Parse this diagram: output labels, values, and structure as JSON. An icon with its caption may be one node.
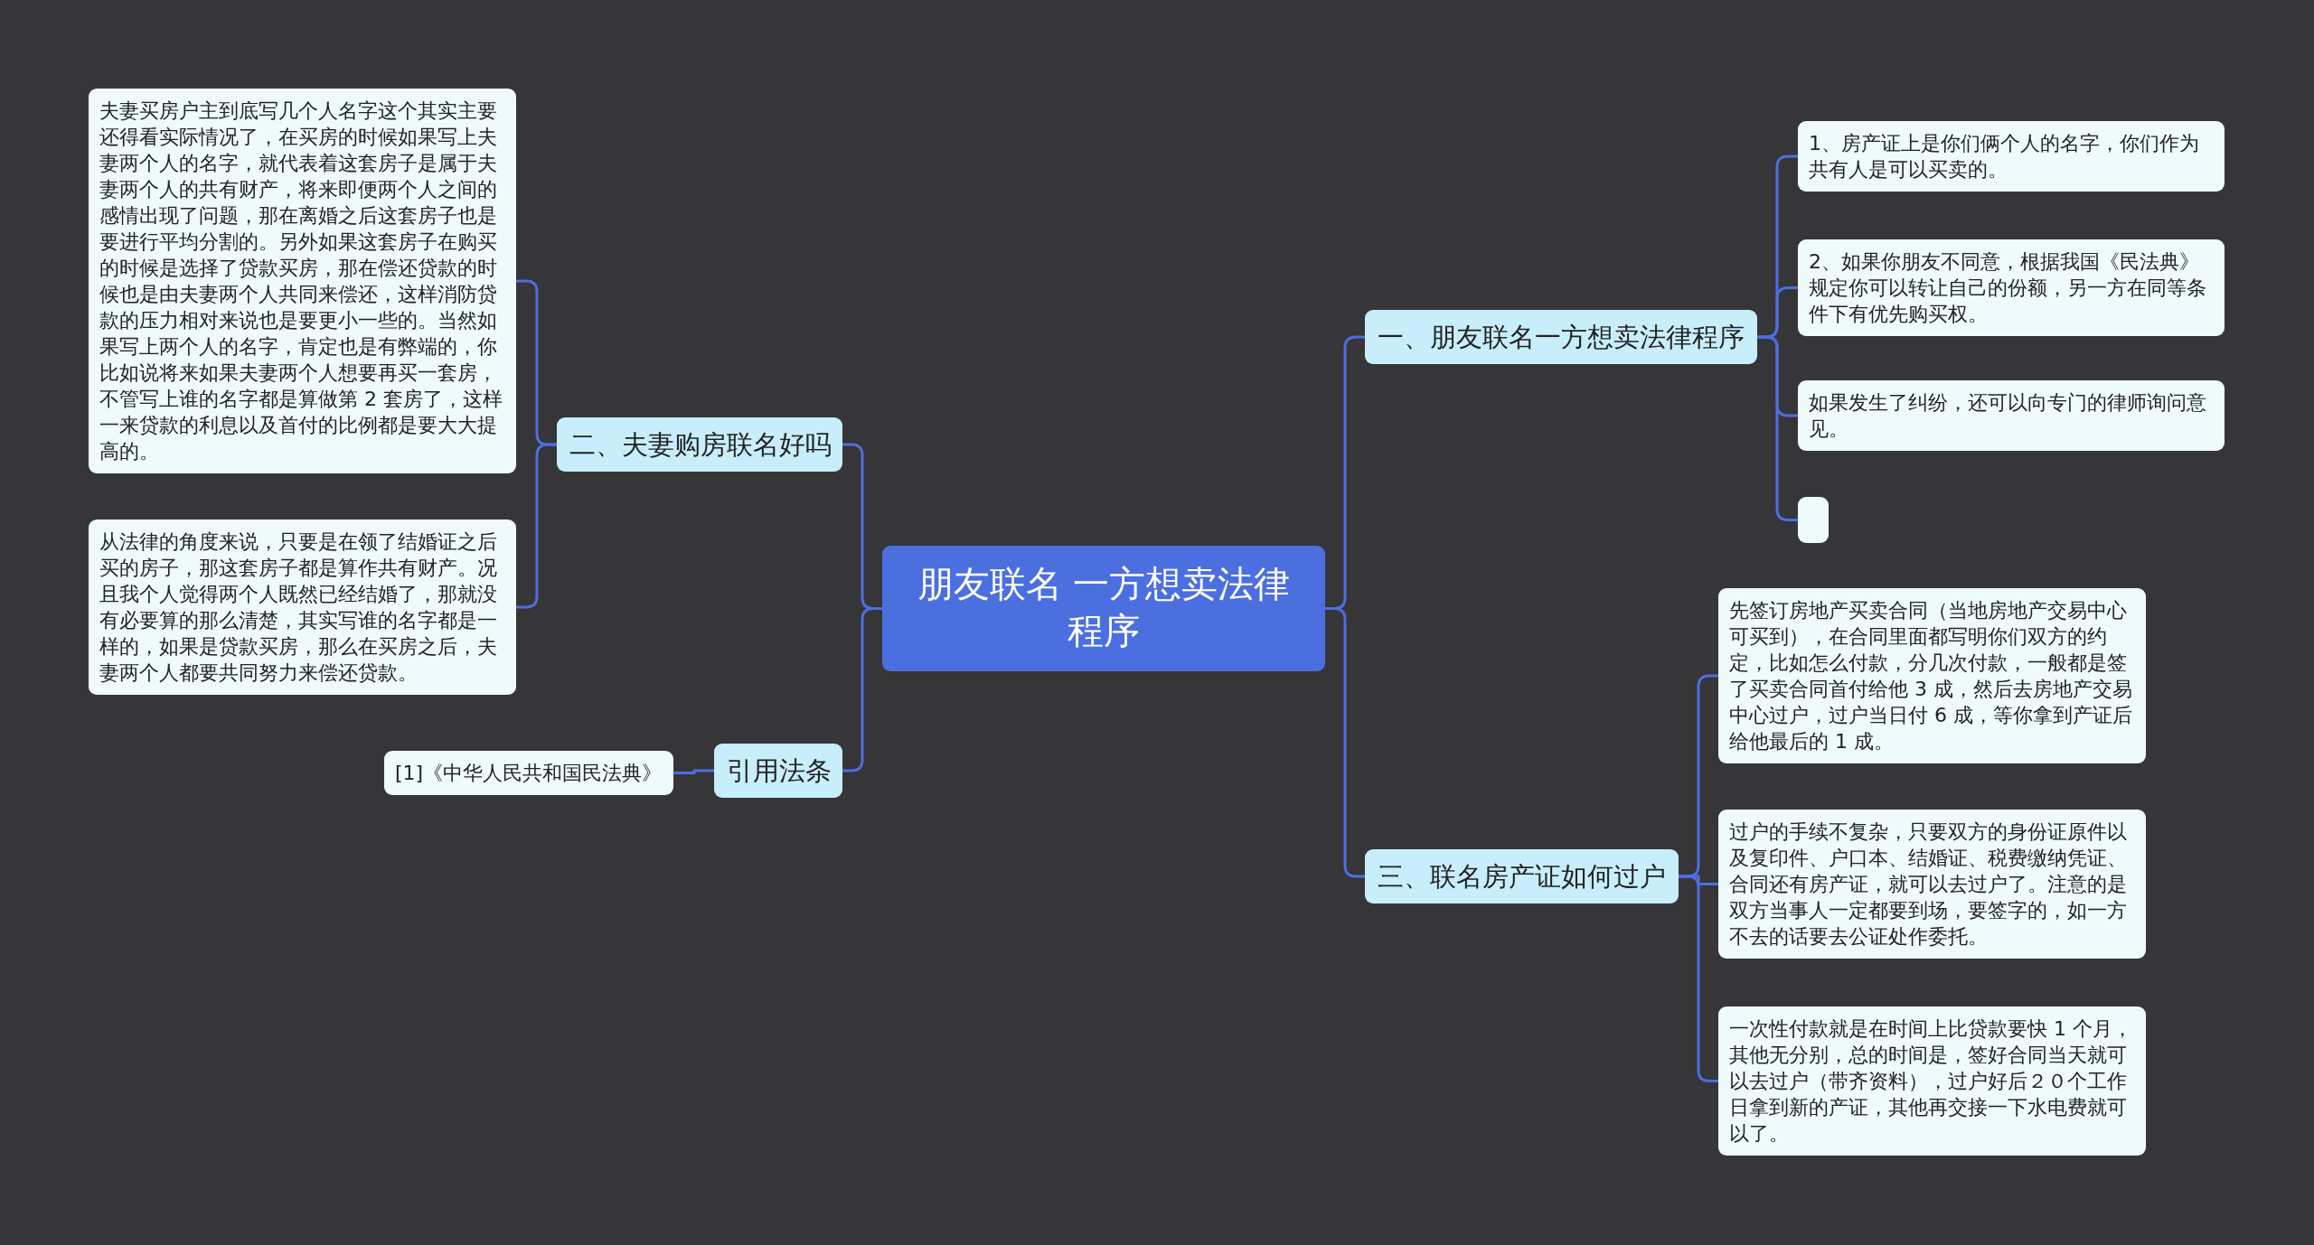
{
  "diagram": {
    "nodes": [
      {
        "text": [
          "朋友联名 一方想卖法律程序"
        ]
      },
      {
        "text": [
          "一、朋友联名一方想卖法律程序"
        ]
      },
      {
        "text": [
          "1、房产证上是你们俩个人的名字，你们作为共有人是可以买卖的。"
        ]
      },
      {
        "text": [
          "2、如果你朋友不同意，根据我国《民法典》规定你可以转让自己的份额，另一方在同等条件下有优先购买权。"
        ]
      },
      {
        "text": [
          "如果发生了纠纷，还可以向专门的律师询问意见。"
        ]
      },
      {
        "text": [],
        "shape": "box"
      },
      {
        "text": [
          "三、联名房产证如何过户"
        ]
      },
      {
        "text": [
          "先签订房地产买卖合同（当地房地产交易中心可买到），在合同里面都写明你们双方的约定，比如怎么付款，分几次付款，一般都是签了买卖合同首付给他 3 成，然后去房地产交易中心过户，过户当日付 6 成，等你拿到产证后给他最后的 1 成。"
        ]
      },
      {
        "text": [
          "过户的手续不复杂，只要双方的身份证原件以及复印件、户口本、结婚证、税费缴纳凭证、合同还有房产证，就可以去过户了。注意的是双方当事人一定都要到场，要签字的，如一方不去的话要去公证处作委托。"
        ]
      },
      {
        "text": [
          "一次性付款就是在时间上比贷款要快 1 个月，其他无分别，总的时间是，签好合同当天就可以去过户（带齐资料），过户好后２０个工作日拿到新的产证，其他再交接一下水电费就可以了。"
        ]
      },
      {
        "text": [
          "二、夫妻购房联名好吗"
        ]
      },
      {
        "text": [
          "夫妻买房户主到底写几个人名字这个其实主要还得看实际情况了，在买房的时候如果写上夫妻两个人的名字，就代表着这套房子是属于夫妻两个人的共有财产，将来即便两个人之间的感情出现了问题，那在离婚之后这套房子也是要进行平均分割的。另外如果这套房子在购买的时候是选择了贷款买房，那在偿还贷款的时候也是由夫妻两个人共同来偿还，这样消防贷款的压力相对来说也是要更小一些的。当然如果写上两个人的名字，肯定也是有弊端的，你比如说将来如果夫妻两个人想要再买一套房，不管写上谁的名字都是算做第 2 套房了，这样一来贷款的利息以及首付的比例都是要大大提高的。"
        ]
      },
      {
        "text": [
          "从法律的角度来说，只要是在领了结婚证之后买的房子，那这套房子都是算作共有财产。况且我个人觉得两个人既然已经结婚了，那就没有必要算的那么清楚，其实写谁的名字都是一样的，如果是贷款买房，那么在买房之后，夫妻两个人都要共同努力来偿还贷款。"
        ]
      },
      {
        "text": [
          "引用法条"
        ]
      },
      {
        "text": [
          "[1]《中华人民共和国民法典》"
        ]
      }
    ],
    "edges": [
      {
        "from": 0,
        "to": 1,
        "arrow": "none"
      },
      {
        "from": 1,
        "to": 2,
        "arrow": "none"
      },
      {
        "from": 1,
        "to": 3,
        "arrow": "none"
      },
      {
        "from": 1,
        "to": 4,
        "arrow": "none"
      },
      {
        "from": 1,
        "to": 5,
        "arrow": "none"
      },
      {
        "from": 0,
        "to": 6,
        "arrow": "none"
      },
      {
        "from": 6,
        "to": 7,
        "arrow": "none"
      },
      {
        "from": 6,
        "to": 8,
        "arrow": "none"
      },
      {
        "from": 6,
        "to": 9,
        "arrow": "none"
      },
      {
        "from": 0,
        "to": 10,
        "arrow": "none"
      },
      {
        "from": 10,
        "to": 11,
        "arrow": "none"
      },
      {
        "from": 10,
        "to": 12,
        "arrow": "none"
      },
      {
        "from": 0,
        "to": 13,
        "arrow": "none"
      },
      {
        "from": 13,
        "to": 14,
        "arrow": "none"
      }
    ]
  }
}
